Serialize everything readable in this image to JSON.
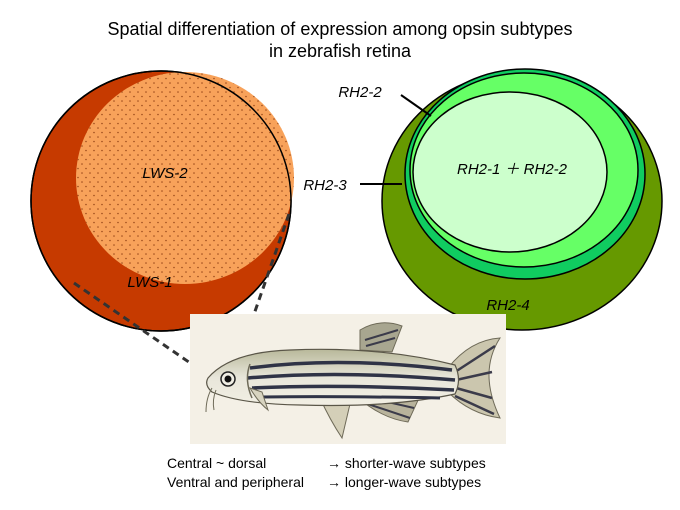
{
  "title": {
    "line1": "Spatial differentiation of expression among opsin subtypes",
    "line2": "in zebrafish retina"
  },
  "left_retina": {
    "outer_label": "LWS-1",
    "inner_label": "LWS-2",
    "outer_color": "#c63a00",
    "inner_color": "#f8a25a"
  },
  "right_retina": {
    "labels": {
      "rh2_2": "RH2-2",
      "rh2_3": "RH2-3",
      "center": "RH2-1 ＋ RH2-2",
      "rh2_4": "RH2-4"
    },
    "colors": {
      "rh2_4": "#669900",
      "rh2_3": "#10cc60",
      "rh2_2": "#66ff66",
      "center": "#ccffcc"
    }
  },
  "legend": [
    {
      "left": "Central ~ dorsal",
      "arrow": "→",
      "right": "shorter-wave subtypes"
    },
    {
      "left": "Ventral and peripheral",
      "arrow": "→",
      "right": "longer-wave subtypes"
    }
  ]
}
